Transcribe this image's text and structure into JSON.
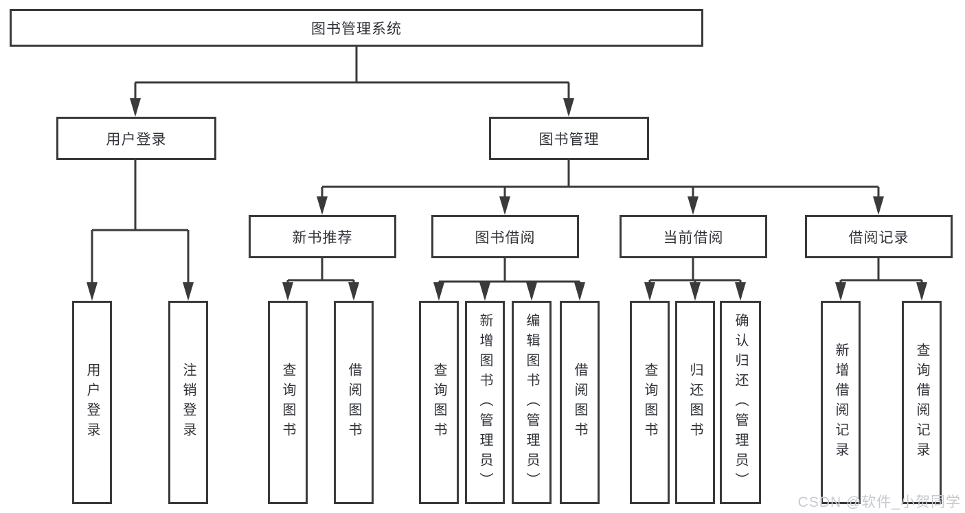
{
  "diagram": {
    "type": "hierarchy-tree",
    "background": "#ffffff",
    "line_color": "#3a3a3a",
    "box_border_color": "#3a3a3a",
    "text_color": "#2f3238",
    "nodes": {
      "root": {
        "label": "图书管理系统"
      },
      "user_login": {
        "label": "用户登录"
      },
      "book_mgmt": {
        "label": "图书管理"
      },
      "new_book_rec": {
        "label": "新书推荐"
      },
      "book_borrow": {
        "label": "图书借阅"
      },
      "current_borrow": {
        "label": "当前借阅"
      },
      "borrow_records": {
        "label": "借阅记录"
      },
      "leaf_user_login": {
        "label": "用户登录"
      },
      "leaf_logout": {
        "label": "注销登录"
      },
      "leaf_rec_query": {
        "label": "查询图书"
      },
      "leaf_rec_borrow": {
        "label": "借阅图书"
      },
      "leaf_bb_query": {
        "label": "查询图书"
      },
      "leaf_bb_add": {
        "label": "新增图书（管理员）"
      },
      "leaf_bb_edit": {
        "label": "编辑图书（管理员）"
      },
      "leaf_bb_borrow": {
        "label": "借阅图书"
      },
      "leaf_cb_query": {
        "label": "查询图书"
      },
      "leaf_cb_return": {
        "label": "归还图书"
      },
      "leaf_cb_confirm": {
        "label": "确认归还（管理员）"
      },
      "leaf_br_add": {
        "label": "新增借阅记录"
      },
      "leaf_br_query": {
        "label": "查询借阅记录"
      }
    },
    "tree": {
      "图书管理系统": {
        "用户登录": [
          "用户登录",
          "注销登录"
        ],
        "图书管理": {
          "新书推荐": [
            "查询图书",
            "借阅图书"
          ],
          "图书借阅": [
            "查询图书",
            "新增图书（管理员）",
            "编辑图书（管理员）",
            "借阅图书"
          ],
          "当前借阅": [
            "查询图书",
            "归还图书",
            "确认归还（管理员）"
          ],
          "借阅记录": [
            "新增借阅记录",
            "查询借阅记录"
          ]
        }
      }
    },
    "watermark": {
      "text": "CSDN @软件_小贺同学",
      "color": "#c6cad0"
    }
  }
}
